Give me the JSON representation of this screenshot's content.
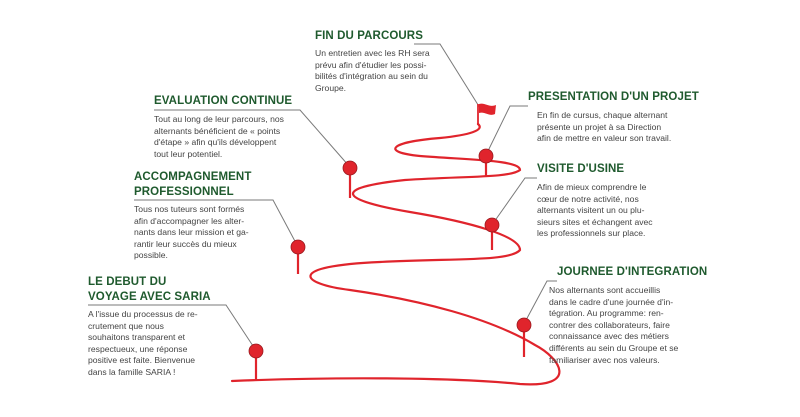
{
  "colors": {
    "road": "#e0242c",
    "title": "#1f5a2e",
    "text": "#444444",
    "connector": "#7a7a7a"
  },
  "steps": [
    {
      "title_lines": [
        "LE DEBUT DU",
        "VOYAGE AVEC SARIA"
      ],
      "text_lines": [
        "A l'issue du processus de re-",
        "crutement que nous",
        "souhaitons transparent et",
        "respectueux, une réponse",
        "positive est faite. Bienvenue",
        "dans la famille SARIA !"
      ]
    },
    {
      "title_lines": [
        "ACCOMPAGNEMENT",
        "PROFESSIONNEL"
      ],
      "text_lines": [
        "Tous nos tuteurs sont formés",
        "afin d'accompagner les alter-",
        "nants dans leur mission et ga-",
        "rantir leur succès du mieux",
        "possible."
      ]
    },
    {
      "title_lines": [
        "EVALUATION CONTINUE"
      ],
      "text_lines": [
        "Tout au long de leur parcours, nos",
        "alternants bénéficient de « points",
        "d'étape » afin qu'ils développent",
        "tout leur potentiel."
      ]
    },
    {
      "title_lines": [
        "FIN DU PARCOURS"
      ],
      "text_lines": [
        "Un entretien avec les RH sera",
        "prévu afin d'étudier les possi-",
        "bilités d'intégration au sein du",
        "Groupe."
      ]
    },
    {
      "title_lines": [
        "PRESENTATION D'UN PROJET"
      ],
      "text_lines": [
        "En fin de cursus, chaque alternant",
        "présente un projet à sa Direction",
        "afin de mettre en valeur son travail."
      ]
    },
    {
      "title_lines": [
        "VISITE D'USINE"
      ],
      "text_lines": [
        "Afin de mieux comprendre le",
        "cœur de notre activité, nos",
        "alternants visitent un ou plu-",
        "sieurs sites et échangent avec",
        "les professionnels sur place."
      ]
    },
    {
      "title_lines": [
        "JOURNEE D'INTEGRATION"
      ],
      "text_lines": [
        "Nos alternants sont accueillis",
        "dans le cadre d'une journée d'in-",
        "tégration. Au programme: ren-",
        "contrer des collaborateurs, faire",
        "connaissance  avec des métiers",
        "différents au sein du Groupe et se",
        "familiariser avec nos valeurs."
      ]
    }
  ]
}
